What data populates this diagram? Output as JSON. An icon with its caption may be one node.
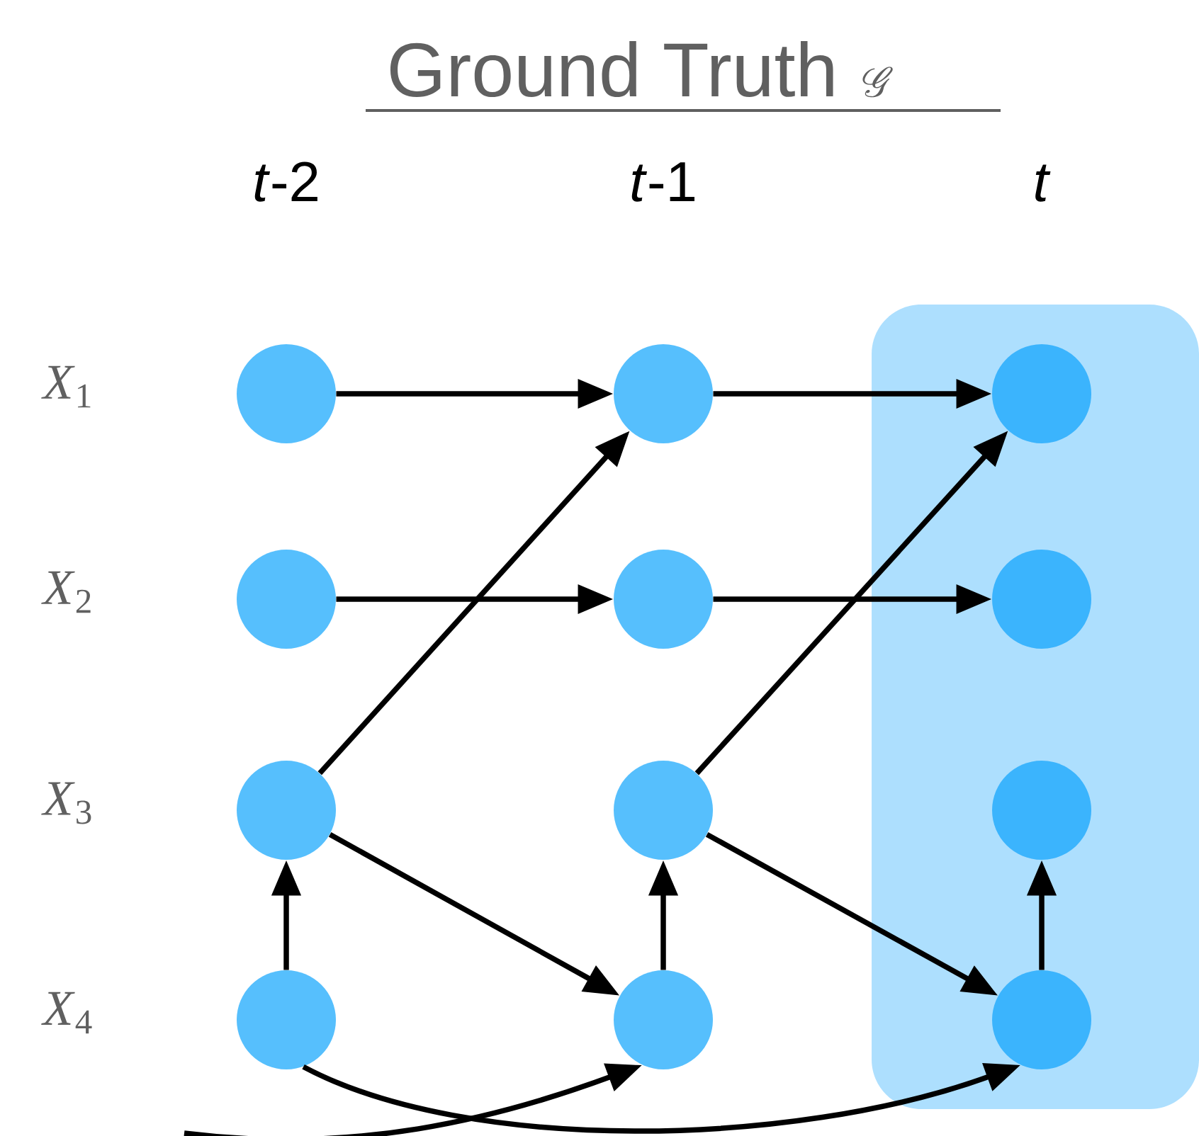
{
  "diagram": {
    "title": "Ground Truth",
    "nodes": [
      {
        "text": [],
        "shape": "box"
      },
      {
        "text": [],
        "shape": "circle"
      },
      {
        "text": [],
        "shape": "circle"
      },
      {
        "text": [],
        "shape": "circle",
        "in": 0
      },
      {
        "text": [],
        "shape": "circle"
      },
      {
        "text": [],
        "shape": "circle"
      },
      {
        "text": [],
        "shape": "circle",
        "in": 0
      },
      {
        "text": [],
        "shape": "circle"
      },
      {
        "text": [],
        "shape": "circle"
      },
      {
        "text": [],
        "shape": "circle",
        "in": 0
      },
      {
        "text": [],
        "shape": "circle"
      },
      {
        "text": [],
        "shape": "circle"
      },
      {
        "text": [],
        "shape": "circle",
        "in": 0
      }
    ],
    "edges": [
      {
        "from": 1,
        "to": 2,
        "arrow": "to"
      },
      {
        "from": 2,
        "to": 3,
        "arrow": "to"
      },
      {
        "from": 4,
        "to": 5,
        "arrow": "to"
      },
      {
        "from": 5,
        "to": 6,
        "arrow": "to"
      },
      {
        "from": 7,
        "to": 2,
        "arrow": "to"
      },
      {
        "from": 7,
        "to": 11,
        "arrow": "to"
      },
      {
        "from": 8,
        "to": 3,
        "arrow": "to"
      },
      {
        "from": 8,
        "to": 12,
        "arrow": "to"
      },
      {
        "from": 10,
        "to": 7,
        "arrow": "to"
      },
      {
        "from": 11,
        "to": 8,
        "arrow": "to"
      },
      {
        "from": 12,
        "to": 9,
        "arrow": "to"
      },
      {
        "from": 10,
        "to": 12,
        "arrow": "to"
      },
      {
        "from": null,
        "to": 11,
        "arrow": "to"
      }
    ],
    "labels": [
      "\\mathscr{G}",
      "*t*-2",
      "*t*-1",
      "*t*",
      "*X*$_{1}$",
      "*X*$_{2}$",
      "*X*$_{3}$",
      "*X*$_{4}$"
    ]
  }
}
